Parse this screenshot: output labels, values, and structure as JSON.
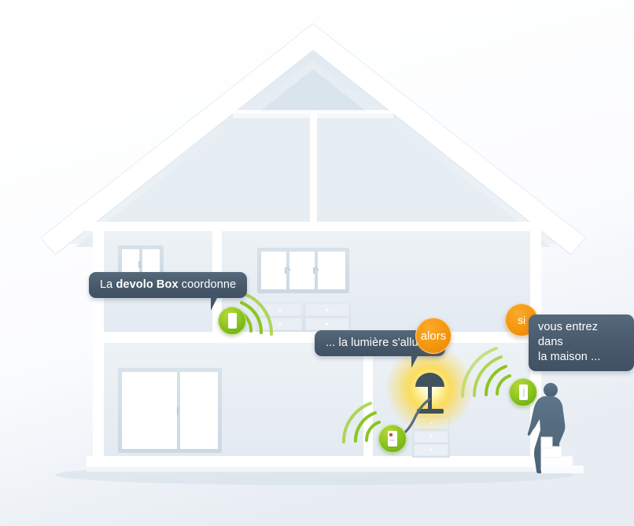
{
  "illustration": {
    "title": "devolo Home Control smart home house cutaway",
    "language": "fr"
  },
  "colors": {
    "bubble_bg": "#47596a",
    "bubble_text": "#ffffff",
    "badge_orange": "#f59a14",
    "device_green": "#8dc520",
    "wall_white": "#ffffff",
    "room_fill": "#e9eff4",
    "person_slate": "#536b7e",
    "lamp_glow_yellow": "#ffd400",
    "lamp_body": "#41525f",
    "led_red": "#e8453c",
    "background": "#ffffff"
  },
  "callouts": [
    {
      "id": "devolo-box",
      "text_plain": "La devolo Box coordonne",
      "text_prefix": "La ",
      "text_bold": "devolo Box",
      "text_suffix": " coordonne",
      "tail": "bottom-right"
    },
    {
      "id": "lamp",
      "text_plain": "... la lumière s'allume",
      "badge": "alors",
      "tail": "bottom-right"
    },
    {
      "id": "entry",
      "text_plain": "vous entrez dans la maison ...",
      "line1": "vous entrez dans",
      "line2": "la maison ...",
      "badge": "si",
      "tail": "bottom-left"
    }
  ],
  "badges": [
    {
      "id": "si",
      "label": "si"
    },
    {
      "id": "alors",
      "label": "alors"
    }
  ],
  "devices": [
    {
      "id": "devolo-box-adapter",
      "name": "devolo-box-icon",
      "signal": "wifi-arcs-right",
      "floor": "upper"
    },
    {
      "id": "switch-adapter-lamp",
      "name": "plug-adapter-icon",
      "signal": "wifi-arcs-left",
      "floor": "ground",
      "has_led": true
    },
    {
      "id": "door-sensor",
      "name": "door-motion-sensor-icon",
      "signal": "wifi-arcs-left",
      "floor": "ground"
    }
  ],
  "scene_objects": [
    {
      "id": "roof",
      "name": "roof"
    },
    {
      "id": "attic",
      "name": "attic-room"
    },
    {
      "id": "upper-floor-left-room",
      "name": "upper-left-room"
    },
    {
      "id": "upper-floor-right-room",
      "name": "upper-right-room"
    },
    {
      "id": "ground-floor-left-room",
      "name": "ground-left-room"
    },
    {
      "id": "ground-floor-right-room",
      "name": "ground-right-room"
    },
    {
      "id": "window-upper-small",
      "name": "upper-small-window"
    },
    {
      "id": "window-upper-triple",
      "name": "upper-triple-window"
    },
    {
      "id": "window-ground-large",
      "name": "ground-large-window"
    },
    {
      "id": "dresser-upper",
      "name": "upper-dresser"
    },
    {
      "id": "nightstand",
      "name": "nightstand-cabinet"
    },
    {
      "id": "lamp",
      "name": "table-lamp"
    },
    {
      "id": "person",
      "name": "person-silhouette"
    },
    {
      "id": "entry-steps",
      "name": "entrance-steps"
    },
    {
      "id": "canopy",
      "name": "entrance-canopy"
    }
  ]
}
